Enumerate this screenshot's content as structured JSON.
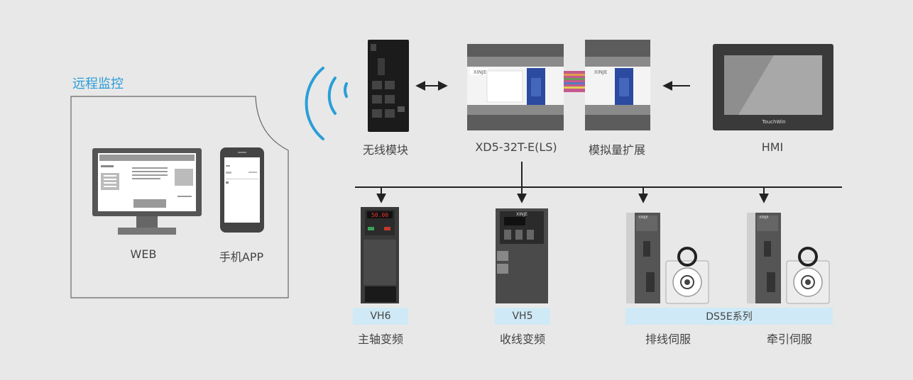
{
  "remote": {
    "title": "远程监控",
    "web_label": "WEB",
    "app_label": "手机APP"
  },
  "devices": {
    "wireless": "无线模块",
    "plc": "XD5-32T-E(LS)",
    "expansion": "模拟量扩展",
    "hmi": "HMI"
  },
  "drives": {
    "vh6_bar": "VH6",
    "vh6_label": "主轴变频",
    "vh5_bar": "VH5",
    "vh5_label": "收线变频",
    "ds5e_bar": "DS5E系列",
    "servo1_label": "排线伺服",
    "servo2_label": "牵引伺服"
  },
  "brand": {
    "plc_logo": "XINJE",
    "hmi_logo": "TouchWin",
    "vfd_display": "50.00"
  },
  "colors": {
    "accent": "#2a9ed8",
    "bar_bg": "#cfeaf6",
    "line": "#222222"
  }
}
